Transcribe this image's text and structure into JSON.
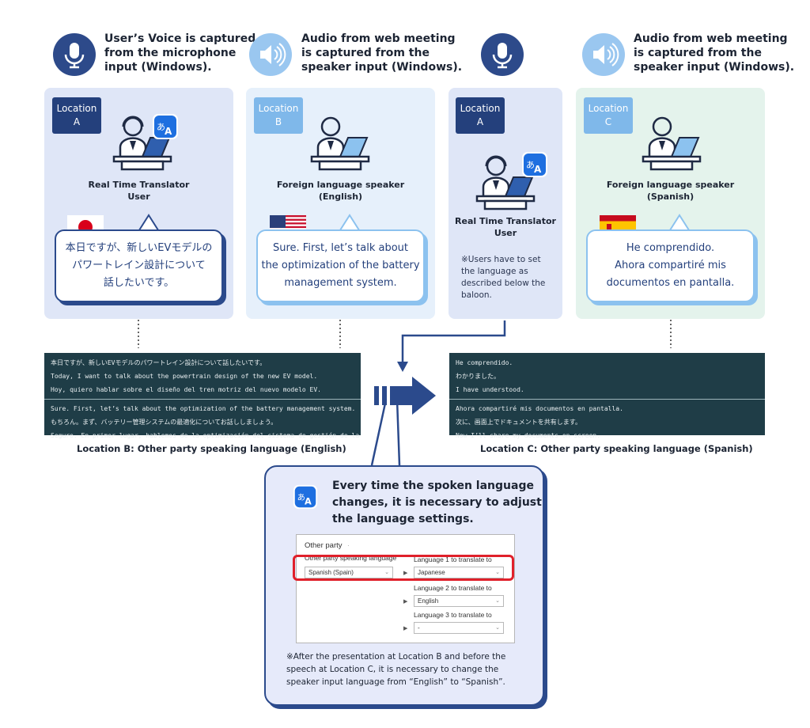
{
  "header": {
    "col1_caption": "User’s Voice is captured\nfrom the microphone\ninput (Windows).",
    "col2_caption": "Audio from web meeting\nis captured from the\nspeaker input (Windows).",
    "col4_caption": "Audio from web meeting\nis captured from the\nspeaker  input (Windows)."
  },
  "panels": {
    "a1": {
      "badge": "Location\nA",
      "role": "Real Time Translator\nUser",
      "bubble": "本日ですが、新しいEVモデルの\nパワートレイン設計について\n話したいです。"
    },
    "b": {
      "badge": "Location\nB",
      "role": "Foreign language speaker\n(English)",
      "bubble": "Sure. First, let’s talk about\nthe optimization of the battery\nmanagement system."
    },
    "a2": {
      "badge": "Location\nA",
      "role": "Real Time Translator\nUser",
      "note": "※Users have to set\nthe language as\ndescribed below the\nbaloon."
    },
    "c": {
      "badge": "Location\nC",
      "role": "Foreign language speaker\n(Spanish)",
      "bubble": "He comprendido.\nAhora compartiré mis\ndocumentos en pantalla."
    }
  },
  "transcript_b": {
    "group1": [
      "本日ですが、新しいEVモデルのパワートレイン設計について話したいです。",
      "Today, I want to talk about the powertrain design of the new EV model.",
      "Hoy, quiero hablar sobre el diseño del tren motriz del nuevo modelo EV."
    ],
    "group2": [
      "Sure. First, let’s talk about the optimization of the battery management system.",
      "もちろん。まず、バッテリー管理システムの最適化についてお話ししましょう。",
      "Seguro. En primer lugar, hablemos de la optimización del sistema de gestión de la batería."
    ],
    "label": "Location B: Other party speaking language  (English)"
  },
  "transcript_c": {
    "group1": [
      "He comprendido.",
      "わかりました。",
      "I have understood."
    ],
    "group2": [
      "Ahora compartiré mis documentos en pantalla.",
      "次に、画面上でドキュメントを共有します。",
      "Now I’ll share my documents on screen."
    ],
    "label": "Location C: Other party speaking language (Spanish)"
  },
  "info": {
    "title": "Every time the spoken language\nchanges, it is necessary to adjust\nthe language settings.",
    "settings": {
      "section": "Other party",
      "speaking_label": "Other party speaking language",
      "speaking_value": "Spanish (Spain)",
      "lang1_label": "Language 1 to translate to",
      "lang1_value": "Japanese",
      "lang2_label": "Language 2 to translate to",
      "lang2_value": "English",
      "lang3_label": "Language 3 to translate to",
      "lang3_value": "-"
    },
    "note": "※After the presentation at Location B and before the\nspeech at Location C, it is necessary to change the\nspeaker input language from “English” to “Spanish”."
  },
  "icons": {
    "mic": "microphone-icon",
    "speaker": "speaker-icon",
    "translator": "translator-app-icon",
    "person": "person-at-laptop-icon",
    "flags": [
      "japan-flag-icon",
      "usa-flag-icon",
      "spain-flag-icon"
    ]
  },
  "colors": {
    "navy": "#2b4a8c",
    "light_blue": "#8cc2ef",
    "transcript_bg": "#1f3d47",
    "highlight_red": "#e0202a"
  }
}
